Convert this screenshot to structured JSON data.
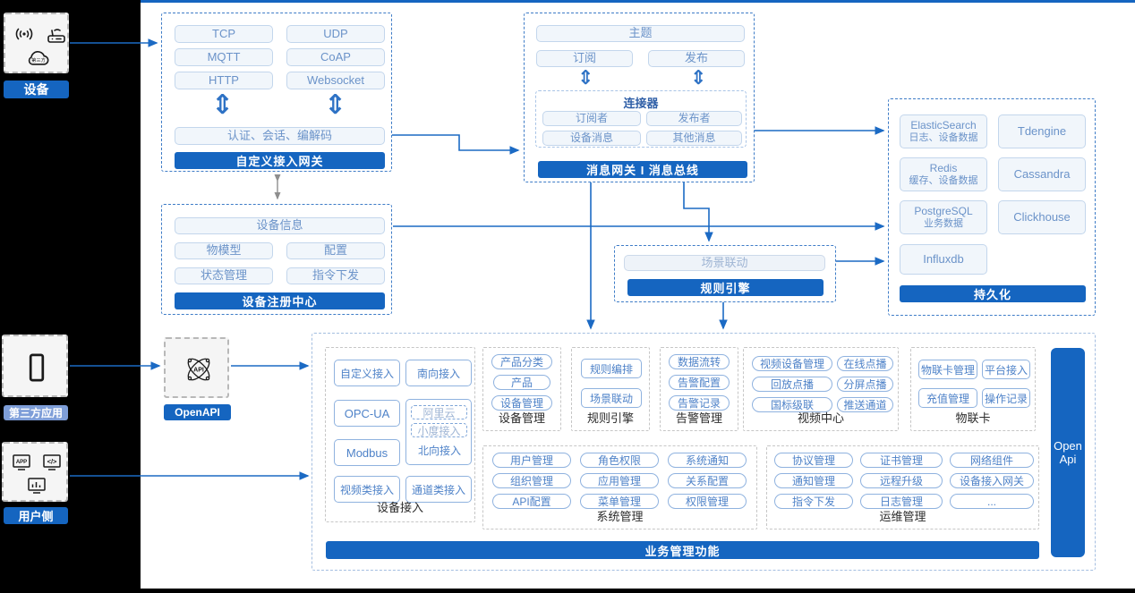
{
  "colors": {
    "accent": "#1565C0",
    "arrow": "#1B6AC4",
    "dash_blue": "#3E7CC7",
    "pill_text": "#6B93C9",
    "small_pill_text": "#4E82C8"
  },
  "left_rail": {
    "device": {
      "label": "设备",
      "icons": [
        "signal-icon",
        "router-icon",
        "third-party-cloud-icon"
      ],
      "cloud_text": "第三方"
    },
    "third_party": {
      "label": "第三方应用",
      "icons": [
        "phone-icon"
      ]
    },
    "user": {
      "label": "用户侧",
      "icons": [
        "app-icon",
        "code-icon",
        "dashboard-icon"
      ],
      "app_text": "APP",
      "code_text": "</>"
    }
  },
  "gateway": {
    "title": "自定义接入网关",
    "protocols": [
      "TCP",
      "UDP",
      "MQTT",
      "CoAP",
      "HTTP",
      "Websocket"
    ],
    "auth": "认证、会话、编解码",
    "updown_glyph": "⇕"
  },
  "message_bus": {
    "title": "消息网关 I 消息总线",
    "topic": "主题",
    "subscribe": "订阅",
    "publish": "发布",
    "updown_glyph": "⇕",
    "connector": {
      "title": "连接器",
      "items": [
        "订阅者",
        "发布者",
        "设备消息",
        "其他消息"
      ]
    }
  },
  "persistence": {
    "title": "持久化",
    "stores": [
      {
        "name": "ElasticSearch",
        "desc": "日志、设备数据"
      },
      {
        "name": "Tdengine",
        "desc": ""
      },
      {
        "name": "Redis",
        "desc": "缓存、设备数据"
      },
      {
        "name": "Cassandra",
        "desc": ""
      },
      {
        "name": "PostgreSQL",
        "desc": "业务数据"
      },
      {
        "name": "Clickhouse",
        "desc": ""
      },
      {
        "name": "Influxdb",
        "desc": ""
      }
    ]
  },
  "registry": {
    "title": "设备注册中心",
    "wide": "设备信息",
    "items": [
      "物模型",
      "配置",
      "状态管理",
      "指令下发"
    ]
  },
  "rule_engine": {
    "title": "规则引擎",
    "item": "场景联动"
  },
  "openapi": {
    "label": "OpenAPI",
    "icon": "api-icon",
    "icon_text": "API"
  },
  "link_glyph": "↕",
  "business": {
    "title": "业务管理功能",
    "open_api": {
      "line1": "Open",
      "line2": "Api"
    },
    "access": {
      "label": "设备接入",
      "pills": [
        "自定义接入",
        "南向接入",
        "OPC-UA",
        "Modbus",
        "视频类接入",
        "通道类接入"
      ],
      "north": {
        "label": "北向接入",
        "subs": [
          "阿里云",
          "小度接入"
        ]
      }
    },
    "device": {
      "label": "设备管理",
      "pills": [
        "产品分类",
        "产品",
        "设备管理"
      ]
    },
    "rule": {
      "label": "规则引擎",
      "pills": [
        "规则编排",
        "场景联动"
      ]
    },
    "alarm": {
      "label": "告警管理",
      "pills": [
        "数据流转",
        "告警配置",
        "告警记录"
      ]
    },
    "video": {
      "label": "视频中心",
      "pills": [
        "视频设备管理",
        "在线点播",
        "回放点播",
        "分屏点播",
        "国标级联",
        "推送通道"
      ]
    },
    "card": {
      "label": "物联卡",
      "pills": [
        "物联卡管理",
        "平台接入",
        "充值管理",
        "操作记录"
      ]
    },
    "system": {
      "label": "系统管理",
      "pills": [
        "用户管理",
        "角色权限",
        "系统通知",
        "组织管理",
        "应用管理",
        "关系配置",
        "API配置",
        "菜单管理",
        "权限管理"
      ]
    },
    "ops": {
      "label": "运维管理",
      "pills": [
        "协议管理",
        "证书管理",
        "网络组件",
        "通知管理",
        "远程升级",
        "设备接入网关",
        "指令下发",
        "日志管理",
        "..."
      ]
    }
  }
}
